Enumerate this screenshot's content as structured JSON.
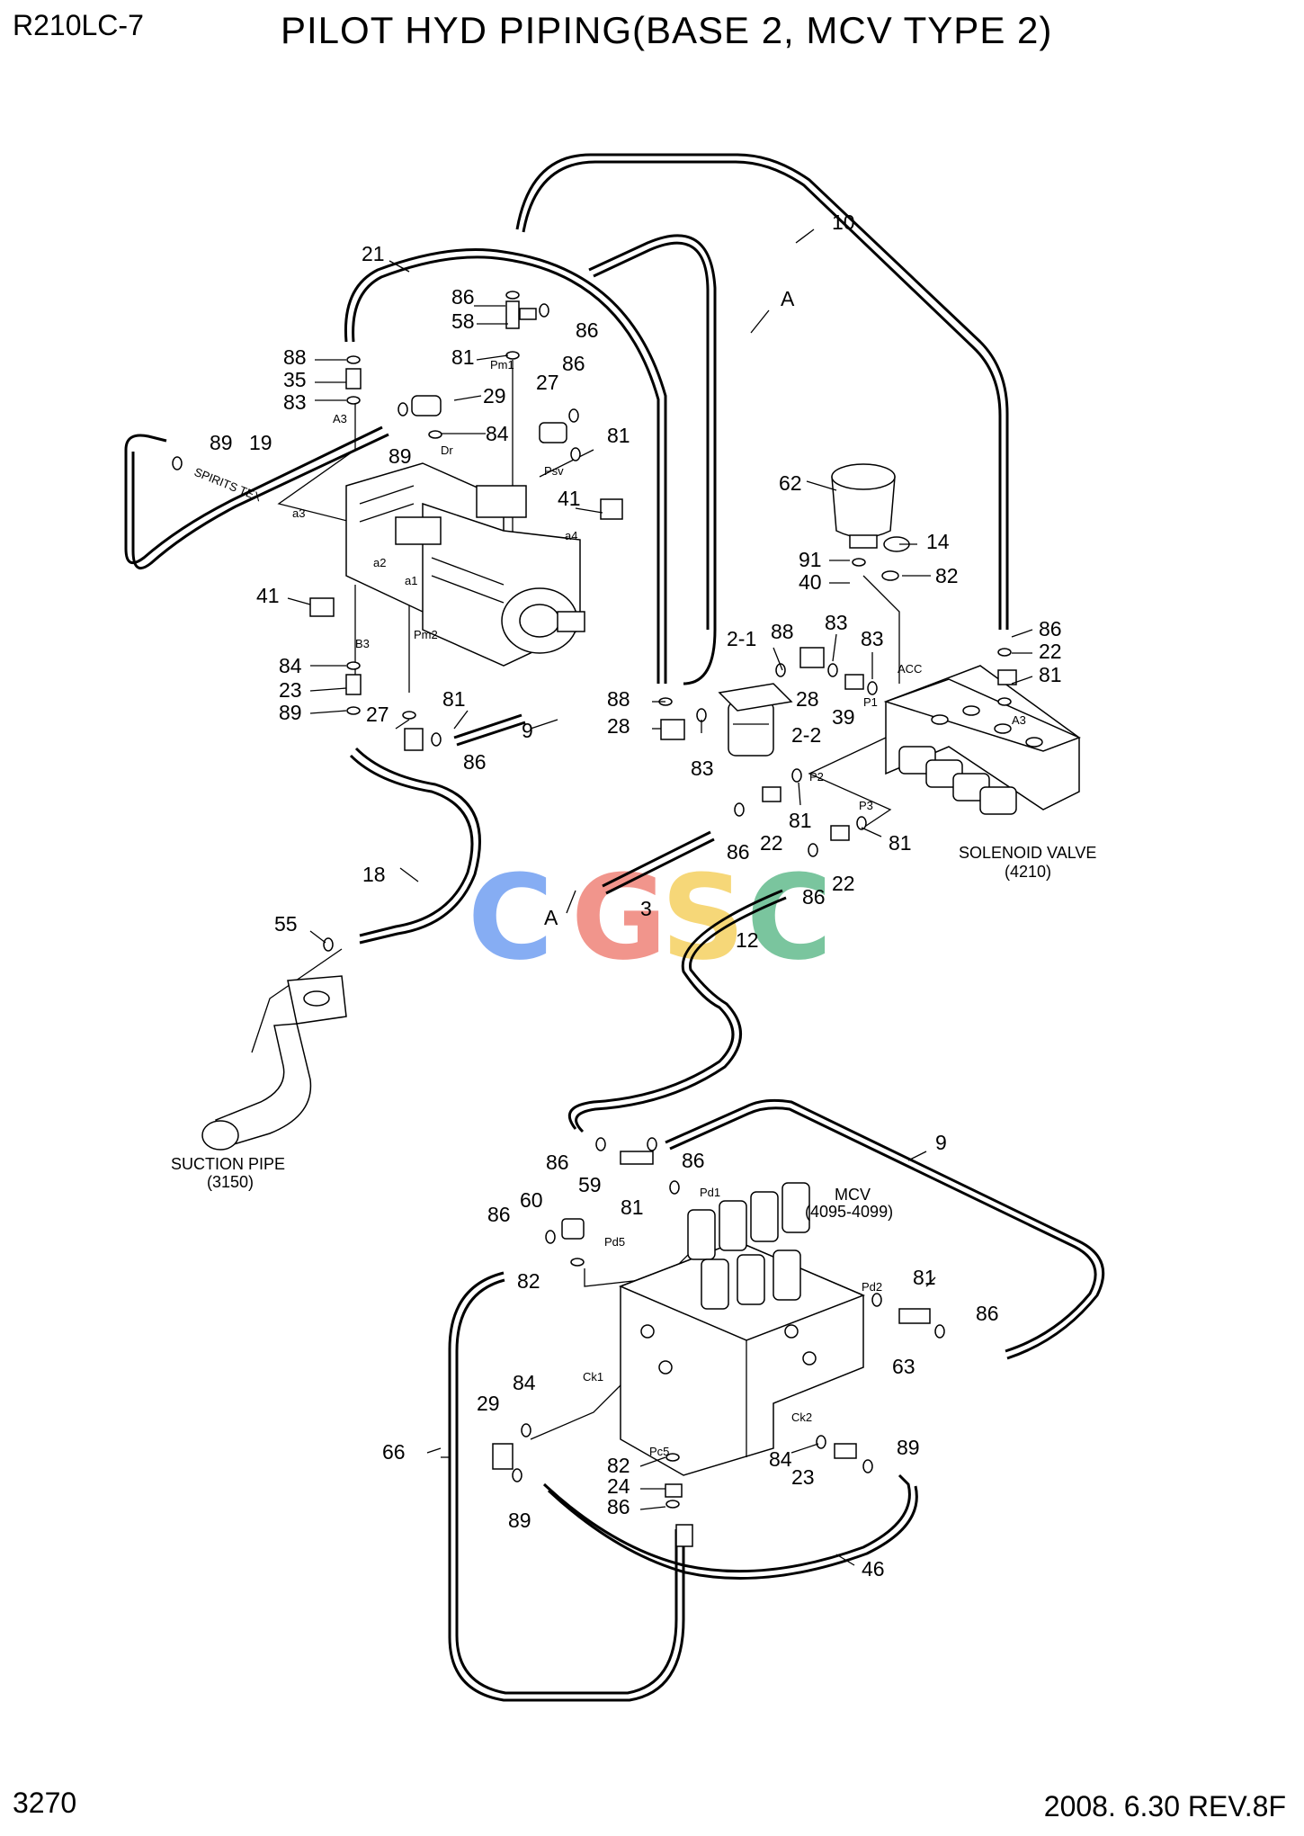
{
  "header": {
    "model": "R210LC-7",
    "title": "PILOT HYD PIPING(BASE 2, MCV TYPE 2)"
  },
  "footer": {
    "page_number": "3270",
    "revision": "2008. 6.30  REV.8F"
  },
  "watermark": {
    "letters": [
      "C",
      "G",
      "S",
      "C"
    ],
    "colors": [
      "#7aa5f2",
      "#f08a80",
      "#f6d36a",
      "#6cbf94"
    ]
  },
  "assemblies": {
    "solenoid_valve": {
      "name": "SOLENOID VALVE",
      "ref": "(4210)"
    },
    "suction_pipe": {
      "name": "SUCTION PIPE",
      "ref": "(3150)"
    },
    "mcv": {
      "name": "MCV",
      "ref": "(4095-4099)"
    }
  },
  "callouts": {
    "c1": "10",
    "c2": "21",
    "c3": "A",
    "c4": "86",
    "c5": "58",
    "c6": "86",
    "c7": "81",
    "c8": "88",
    "c9": "35",
    "c10": "83",
    "c11": "29",
    "c12": "27",
    "c13": "86",
    "c14": "89",
    "c15": "19",
    "c16": "89",
    "c17": "84",
    "c18": "81",
    "c19": "41",
    "c20": "62",
    "c21": "14",
    "c22": "91",
    "c23": "82",
    "c24": "40",
    "c25": "41",
    "c26": "86",
    "c27": "22",
    "c28": "81",
    "c29": "2-1",
    "c30": "88",
    "c31": "83",
    "c32": "83",
    "c33": "84",
    "c34": "23",
    "c35": "89",
    "c36": "27",
    "c37": "81",
    "c38": "9",
    "c39": "86",
    "c40": "88",
    "c41": "28",
    "c42": "28",
    "c43": "39",
    "c44": "2-2",
    "c45": "83",
    "c46": "18",
    "c47": "86",
    "c48": "22",
    "c49": "81",
    "c50": "81",
    "c51": "55",
    "c52": "A",
    "c53": "3",
    "c54": "86",
    "c55": "22",
    "c56": "12",
    "c57": "9",
    "c58": "86",
    "c59": "86",
    "c60": "59",
    "c61": "81",
    "c62": "86",
    "c63": "60",
    "c64": "82",
    "c65": "81",
    "c66": "86",
    "c67": "63",
    "c68": "84",
    "c69": "29",
    "c70": "66",
    "c71": "82",
    "c72": "24",
    "c73": "86",
    "c74": "89",
    "c75": "84",
    "c76": "23",
    "c77": "89",
    "c78": "46"
  },
  "port_labels": {
    "p1": "A3",
    "p2": "Dr",
    "p3": "Pm1",
    "p4": "Psv",
    "p5": "a3",
    "p6": "a2",
    "p7": "a1",
    "p8": "a4",
    "p9": "B3",
    "p10": "Pm2",
    "p11": "ACC",
    "p12": "P1",
    "p13": "A3",
    "p14": "P2",
    "p15": "P3",
    "p16": "Pd1",
    "p17": "Pd5",
    "p18": "Pd2",
    "p19": "Ck1",
    "p20": "Ck2",
    "p21": "Pc5"
  },
  "hose_marking": "SPIRITS TEX"
}
